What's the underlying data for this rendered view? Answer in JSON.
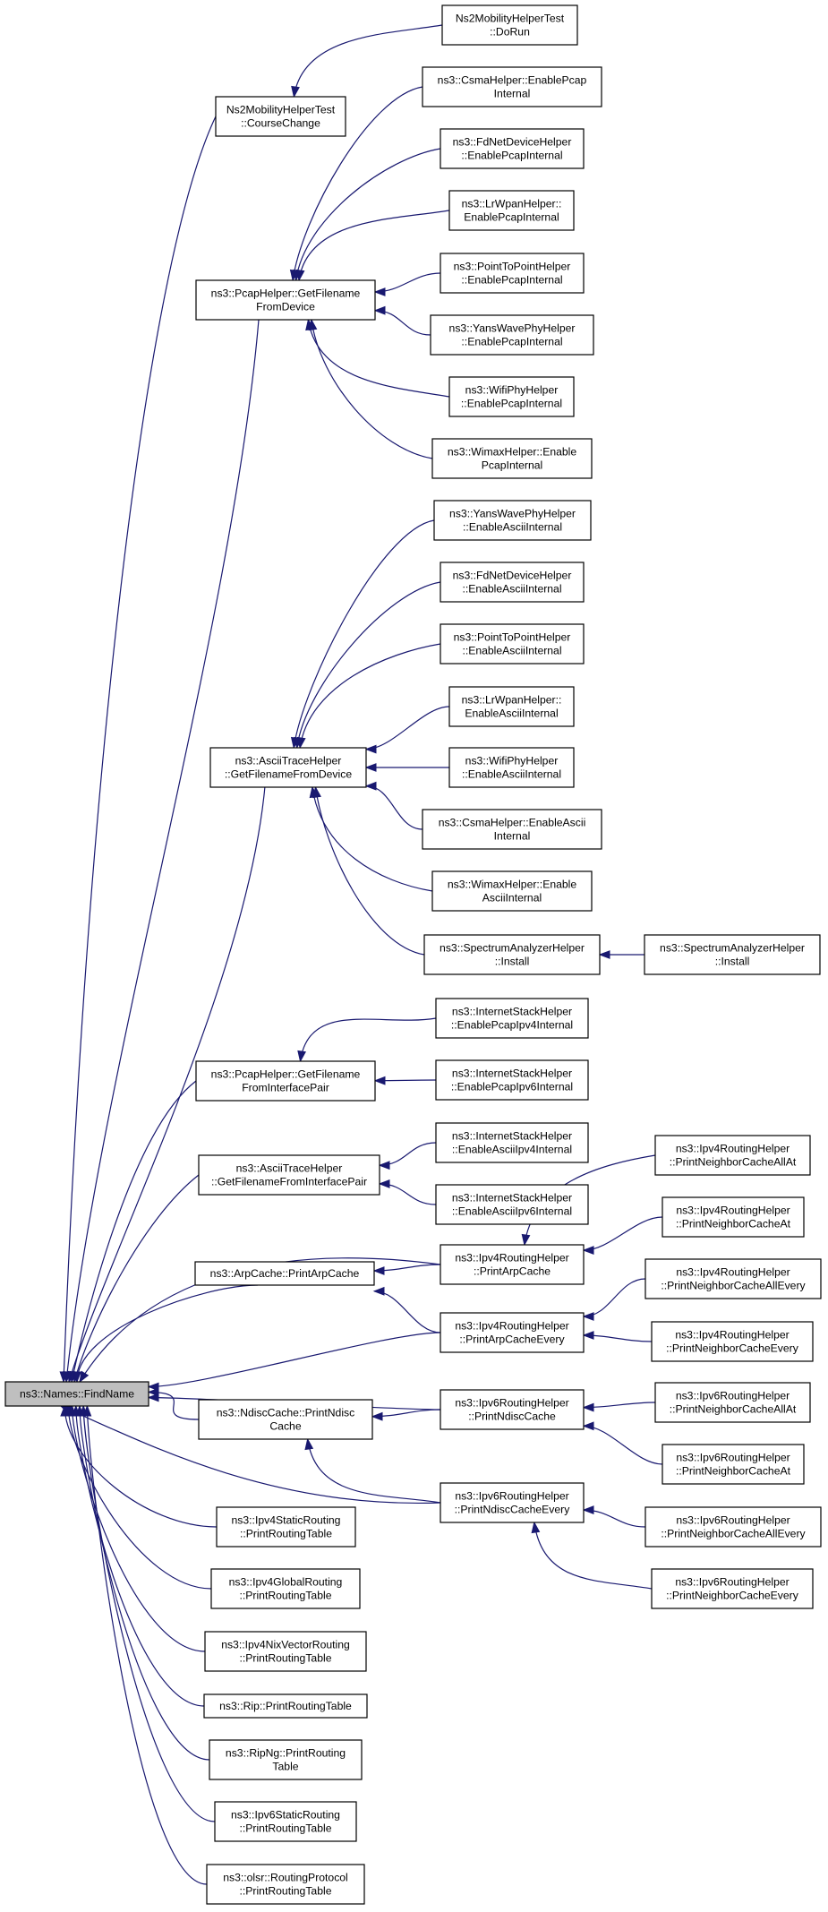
{
  "graph": {
    "edge_color": "#191970",
    "root_fill": "#bfbfbf",
    "nodes": [
      {
        "id": "root",
        "lines": [
          "ns3::Names::FindName"
        ],
        "root": true
      },
      {
        "id": "ns2cc",
        "lines": [
          "Ns2MobilityHelperTest",
          "::CourseChange"
        ]
      },
      {
        "id": "ns2dr",
        "lines": [
          "Ns2MobilityHelperTest",
          "::DoRun"
        ]
      },
      {
        "id": "pcapfd",
        "lines": [
          "ns3::PcapHelper::GetFilename",
          "FromDevice"
        ]
      },
      {
        "id": "p_csma",
        "lines": [
          "ns3::CsmaHelper::EnablePcap",
          "Internal"
        ]
      },
      {
        "id": "p_fd",
        "lines": [
          "ns3::FdNetDeviceHelper",
          "::EnablePcapInternal"
        ]
      },
      {
        "id": "p_lr",
        "lines": [
          "ns3::LrWpanHelper::",
          "EnablePcapInternal"
        ]
      },
      {
        "id": "p_p2p",
        "lines": [
          "ns3::PointToPointHelper",
          "::EnablePcapInternal"
        ]
      },
      {
        "id": "p_yans",
        "lines": [
          "ns3::YansWavePhyHelper",
          "::EnablePcapInternal"
        ]
      },
      {
        "id": "p_wifi",
        "lines": [
          "ns3::WifiPhyHelper",
          "::EnablePcapInternal"
        ]
      },
      {
        "id": "p_wimax",
        "lines": [
          "ns3::WimaxHelper::Enable",
          "PcapInternal"
        ]
      },
      {
        "id": "asciifd",
        "lines": [
          "ns3::AsciiTraceHelper",
          "::GetFilenameFromDevice"
        ]
      },
      {
        "id": "a_yans",
        "lines": [
          "ns3::YansWavePhyHelper",
          "::EnableAsciiInternal"
        ]
      },
      {
        "id": "a_fd",
        "lines": [
          "ns3::FdNetDeviceHelper",
          "::EnableAsciiInternal"
        ]
      },
      {
        "id": "a_p2p",
        "lines": [
          "ns3::PointToPointHelper",
          "::EnableAsciiInternal"
        ]
      },
      {
        "id": "a_lr",
        "lines": [
          "ns3::LrWpanHelper::",
          "EnableAsciiInternal"
        ]
      },
      {
        "id": "a_wifi",
        "lines": [
          "ns3::WifiPhyHelper",
          "::EnableAsciiInternal"
        ]
      },
      {
        "id": "a_csma",
        "lines": [
          "ns3::CsmaHelper::EnableAscii",
          "Internal"
        ]
      },
      {
        "id": "a_wimax",
        "lines": [
          "ns3::WimaxHelper::Enable",
          "AsciiInternal"
        ]
      },
      {
        "id": "spec1",
        "lines": [
          "ns3::SpectrumAnalyzerHelper",
          "::Install"
        ]
      },
      {
        "id": "spec2",
        "lines": [
          "ns3::SpectrumAnalyzerHelper",
          "::Install"
        ]
      },
      {
        "id": "pcapfip",
        "lines": [
          "ns3::PcapHelper::GetFilename",
          "FromInterfacePair"
        ]
      },
      {
        "id": "ish_p4",
        "lines": [
          "ns3::InternetStackHelper",
          "::EnablePcapIpv4Internal"
        ]
      },
      {
        "id": "ish_p6",
        "lines": [
          "ns3::InternetStackHelper",
          "::EnablePcapIpv6Internal"
        ]
      },
      {
        "id": "asciifip",
        "lines": [
          "ns3::AsciiTraceHelper",
          "::GetFilenameFromInterfacePair"
        ]
      },
      {
        "id": "ish_a4",
        "lines": [
          "ns3::InternetStackHelper",
          "::EnableAsciiIpv4Internal"
        ]
      },
      {
        "id": "ish_a6",
        "lines": [
          "ns3::InternetStackHelper",
          "::EnableAsciiIpv6Internal"
        ]
      },
      {
        "id": "arp",
        "lines": [
          "ns3::ArpCache::PrintArpCache"
        ]
      },
      {
        "id": "v4arp",
        "lines": [
          "ns3::Ipv4RoutingHelper",
          "::PrintArpCache"
        ]
      },
      {
        "id": "v4arpe",
        "lines": [
          "ns3::Ipv4RoutingHelper",
          "::PrintArpCacheEvery"
        ]
      },
      {
        "id": "v4ncaa",
        "lines": [
          "ns3::Ipv4RoutingHelper",
          "::PrintNeighborCacheAllAt"
        ]
      },
      {
        "id": "v4nca",
        "lines": [
          "ns3::Ipv4RoutingHelper",
          "::PrintNeighborCacheAt"
        ]
      },
      {
        "id": "v4ncae",
        "lines": [
          "ns3::Ipv4RoutingHelper",
          "::PrintNeighborCacheAllEvery"
        ]
      },
      {
        "id": "v4nce",
        "lines": [
          "ns3::Ipv4RoutingHelper",
          "::PrintNeighborCacheEvery"
        ]
      },
      {
        "id": "ndisc",
        "lines": [
          "ns3::NdiscCache::PrintNdisc",
          "Cache"
        ]
      },
      {
        "id": "v6nd",
        "lines": [
          "ns3::Ipv6RoutingHelper",
          "::PrintNdiscCache"
        ]
      },
      {
        "id": "v6nde",
        "lines": [
          "ns3::Ipv6RoutingHelper",
          "::PrintNdiscCacheEvery"
        ]
      },
      {
        "id": "v6ncaa",
        "lines": [
          "ns3::Ipv6RoutingHelper",
          "::PrintNeighborCacheAllAt"
        ]
      },
      {
        "id": "v6nca",
        "lines": [
          "ns3::Ipv6RoutingHelper",
          "::PrintNeighborCacheAt"
        ]
      },
      {
        "id": "v6ncae",
        "lines": [
          "ns3::Ipv6RoutingHelper",
          "::PrintNeighborCacheAllEvery"
        ]
      },
      {
        "id": "v6nce",
        "lines": [
          "ns3::Ipv6RoutingHelper",
          "::PrintNeighborCacheEvery"
        ]
      },
      {
        "id": "v4static",
        "lines": [
          "ns3::Ipv4StaticRouting",
          "::PrintRoutingTable"
        ]
      },
      {
        "id": "v4global",
        "lines": [
          "ns3::Ipv4GlobalRouting",
          "::PrintRoutingTable"
        ]
      },
      {
        "id": "v4nix",
        "lines": [
          "ns3::Ipv4NixVectorRouting",
          "::PrintRoutingTable"
        ]
      },
      {
        "id": "rip",
        "lines": [
          "ns3::Rip::PrintRoutingTable"
        ]
      },
      {
        "id": "ripng",
        "lines": [
          "ns3::RipNg::PrintRouting",
          "Table"
        ]
      },
      {
        "id": "v6static",
        "lines": [
          "ns3::Ipv6StaticRouting",
          "::PrintRoutingTable"
        ]
      },
      {
        "id": "olsr",
        "lines": [
          "ns3::olsr::RoutingProtocol",
          "::PrintRoutingTable"
        ]
      }
    ],
    "edges": [
      [
        "ns2cc",
        "root"
      ],
      [
        "pcapfd",
        "root"
      ],
      [
        "asciifd",
        "root"
      ],
      [
        "pcapfip",
        "root"
      ],
      [
        "asciifip",
        "root"
      ],
      [
        "arp",
        "root"
      ],
      [
        "v4arp",
        "root"
      ],
      [
        "v4arpe",
        "root"
      ],
      [
        "ndisc",
        "root"
      ],
      [
        "v6nd",
        "root"
      ],
      [
        "v6nde",
        "root"
      ],
      [
        "v4static",
        "root"
      ],
      [
        "v4global",
        "root"
      ],
      [
        "v4nix",
        "root"
      ],
      [
        "rip",
        "root"
      ],
      [
        "ripng",
        "root"
      ],
      [
        "v6static",
        "root"
      ],
      [
        "olsr",
        "root"
      ],
      [
        "ns2dr",
        "ns2cc"
      ],
      [
        "p_csma",
        "pcapfd"
      ],
      [
        "p_fd",
        "pcapfd"
      ],
      [
        "p_lr",
        "pcapfd"
      ],
      [
        "p_p2p",
        "pcapfd"
      ],
      [
        "p_yans",
        "pcapfd"
      ],
      [
        "p_wifi",
        "pcapfd"
      ],
      [
        "p_wimax",
        "pcapfd"
      ],
      [
        "a_yans",
        "asciifd"
      ],
      [
        "a_fd",
        "asciifd"
      ],
      [
        "a_p2p",
        "asciifd"
      ],
      [
        "a_lr",
        "asciifd"
      ],
      [
        "a_wifi",
        "asciifd"
      ],
      [
        "a_csma",
        "asciifd"
      ],
      [
        "a_wimax",
        "asciifd"
      ],
      [
        "spec1",
        "asciifd"
      ],
      [
        "spec2",
        "spec1"
      ],
      [
        "ish_p4",
        "pcapfip"
      ],
      [
        "ish_p6",
        "pcapfip"
      ],
      [
        "ish_a4",
        "asciifip"
      ],
      [
        "ish_a6",
        "asciifip"
      ],
      [
        "v4arp",
        "arp"
      ],
      [
        "v4arpe",
        "arp"
      ],
      [
        "v4ncaa",
        "v4arp"
      ],
      [
        "v4nca",
        "v4arp"
      ],
      [
        "v4ncae",
        "v4arpe"
      ],
      [
        "v4nce",
        "v4arpe"
      ],
      [
        "v6nd",
        "ndisc"
      ],
      [
        "v6nde",
        "ndisc"
      ],
      [
        "v6ncaa",
        "v6nd"
      ],
      [
        "v6nca",
        "v6nd"
      ],
      [
        "v6ncae",
        "v6nde"
      ],
      [
        "v6nce",
        "v6nde"
      ]
    ]
  }
}
